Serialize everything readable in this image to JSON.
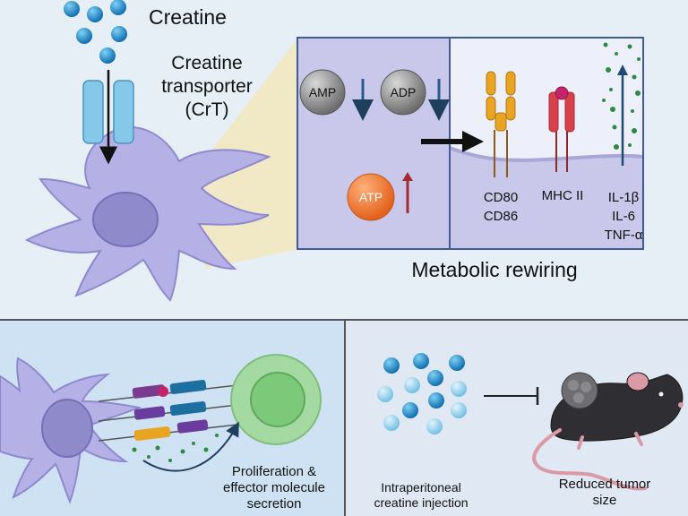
{
  "top": {
    "creatine": "Creatine",
    "transporter_line1": "Creatine",
    "transporter_line2": "transporter",
    "transporter_line3": "(CrT)",
    "metabolites": {
      "amp": "AMP",
      "adp": "ADP",
      "atp": "ATP"
    },
    "markers": {
      "cd80": "CD80",
      "cd86": "CD86",
      "mhc": "MHC II",
      "il1b": "IL-1β",
      "il6": "IL-6",
      "tnfa": "TNF-α"
    },
    "rewiring_caption": "Metabolic rewiring"
  },
  "bottom_left": {
    "caption_line1": "Proliferation &",
    "caption_line2": "effector molecule",
    "caption_line3": "secretion"
  },
  "bottom_right": {
    "injection_line1": "Intraperitoneal",
    "injection_line2": "creatine injection",
    "tumor_line1": "Reduced tumor",
    "tumor_line2": "size"
  },
  "colors": {
    "background_top": "#e6eef6",
    "panel_left": "#c9c8ea",
    "panel_right": "#edf0fa",
    "panel_border": "#3f5a96",
    "cell": "#b5b1e6",
    "nucleus": "#8f8ac9",
    "creatine_ball": "#1e8fd0",
    "transporter": "#86c8ea",
    "atp": "#f07a2e",
    "t_cell": "#a4d9a1"
  }
}
